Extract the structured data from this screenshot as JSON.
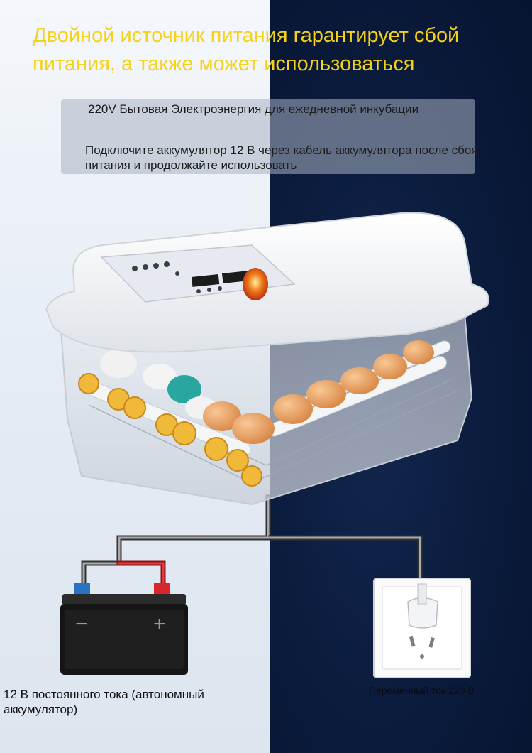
{
  "headline": "Двойной источник питания гарантирует сбой питания, а также может использоваться",
  "info": {
    "line1": "220V Бытовая Электроэнергия для ежедневной инкубации",
    "line2": "Подключите аккумулятор 12 В через кабель аккумулятора после сбоя питания и продолжайте использовать"
  },
  "captions": {
    "battery": "12 В постоянного тока (автономный аккумулятор)",
    "socket": "Переменный ток 220 В"
  },
  "battery_symbols": {
    "minus": "−",
    "plus": "+"
  },
  "colors": {
    "headline": "#f5d21a",
    "left_background": "#eef2f7",
    "right_background": "#0a1a3a",
    "egg": "#e8a060",
    "turner_gear": "#f0b93a",
    "terminal_negative": "#2a73c4",
    "terminal_positive": "#d9252b"
  }
}
